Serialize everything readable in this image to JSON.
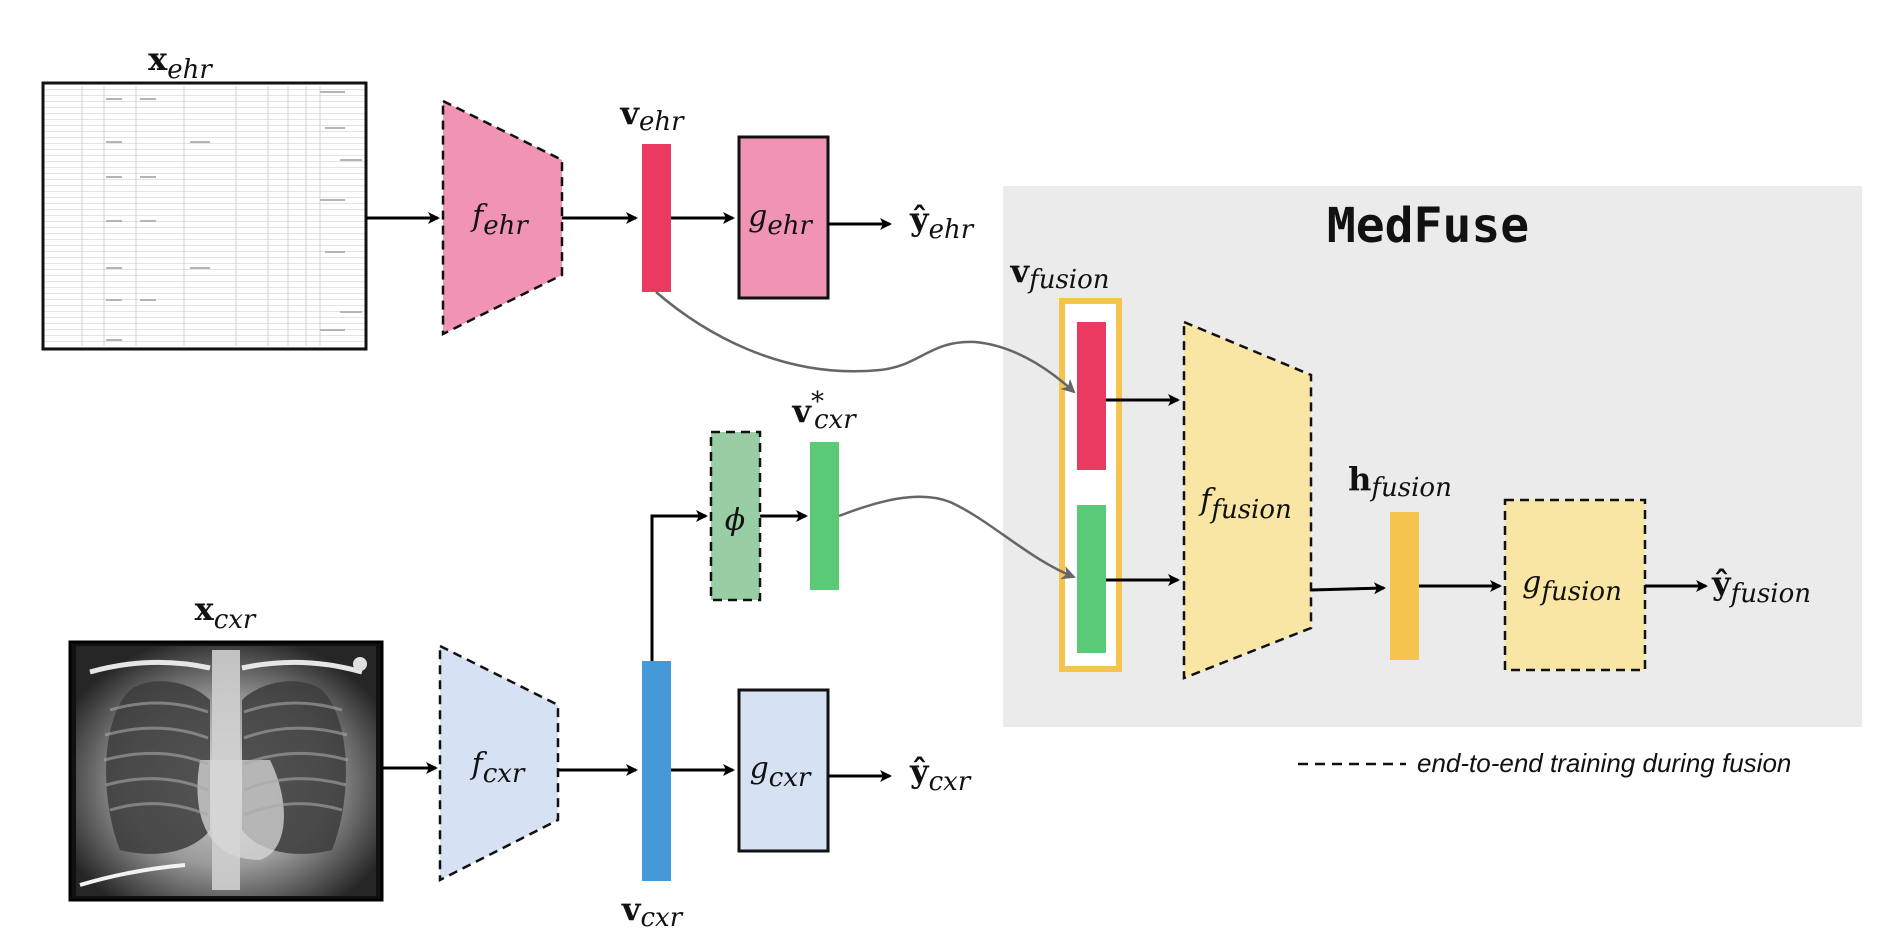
{
  "title": "MedFuse",
  "legend": {
    "label": "end-to-end training during fusion"
  },
  "inputs": {
    "ehr_bold": "x",
    "ehr_sub": "ehr",
    "cxr_bold": "x",
    "cxr_sub": "cxr"
  },
  "encoders": {
    "ehr_main": "f",
    "ehr_sub": "ehr",
    "cxr_main": "f",
    "cxr_sub": "cxr",
    "fusion_main": "f",
    "fusion_sub": "fusion"
  },
  "vectors": {
    "ehr_bold": "v",
    "ehr_sub": "ehr",
    "cxr_bold": "v",
    "cxr_sub": "cxr",
    "cxr_star_bold": "v",
    "cxr_star_sup": "*",
    "cxr_star_sub": "cxr",
    "fusion_bold": "v",
    "fusion_sub": "fusion",
    "h_bold": "h",
    "h_sub": "fusion"
  },
  "heads": {
    "ehr_main": "g",
    "ehr_sub": "ehr",
    "cxr_main": "g",
    "cxr_sub": "cxr",
    "fusion_main": "g",
    "fusion_sub": "fusion"
  },
  "projection": {
    "symbol": "ϕ"
  },
  "outputs": {
    "ehr_bold": "ŷ",
    "ehr_sub": "ehr",
    "cxr_bold": "ŷ",
    "cxr_sub": "cxr",
    "fusion_bold": "ŷ",
    "fusion_sub": "fusion"
  },
  "colors": {
    "ehr_pink": "#f093b4",
    "ehr_red": "#ea3a62",
    "cxr_light_blue": "#d6e2f4",
    "cxr_blue": "#4599d9",
    "green_light": "#99cda4",
    "green": "#5ac978",
    "fusion_yellow": "#f9e6a4",
    "fusion_orange": "#f5c44e",
    "panel_gray": "#ebebeb"
  }
}
